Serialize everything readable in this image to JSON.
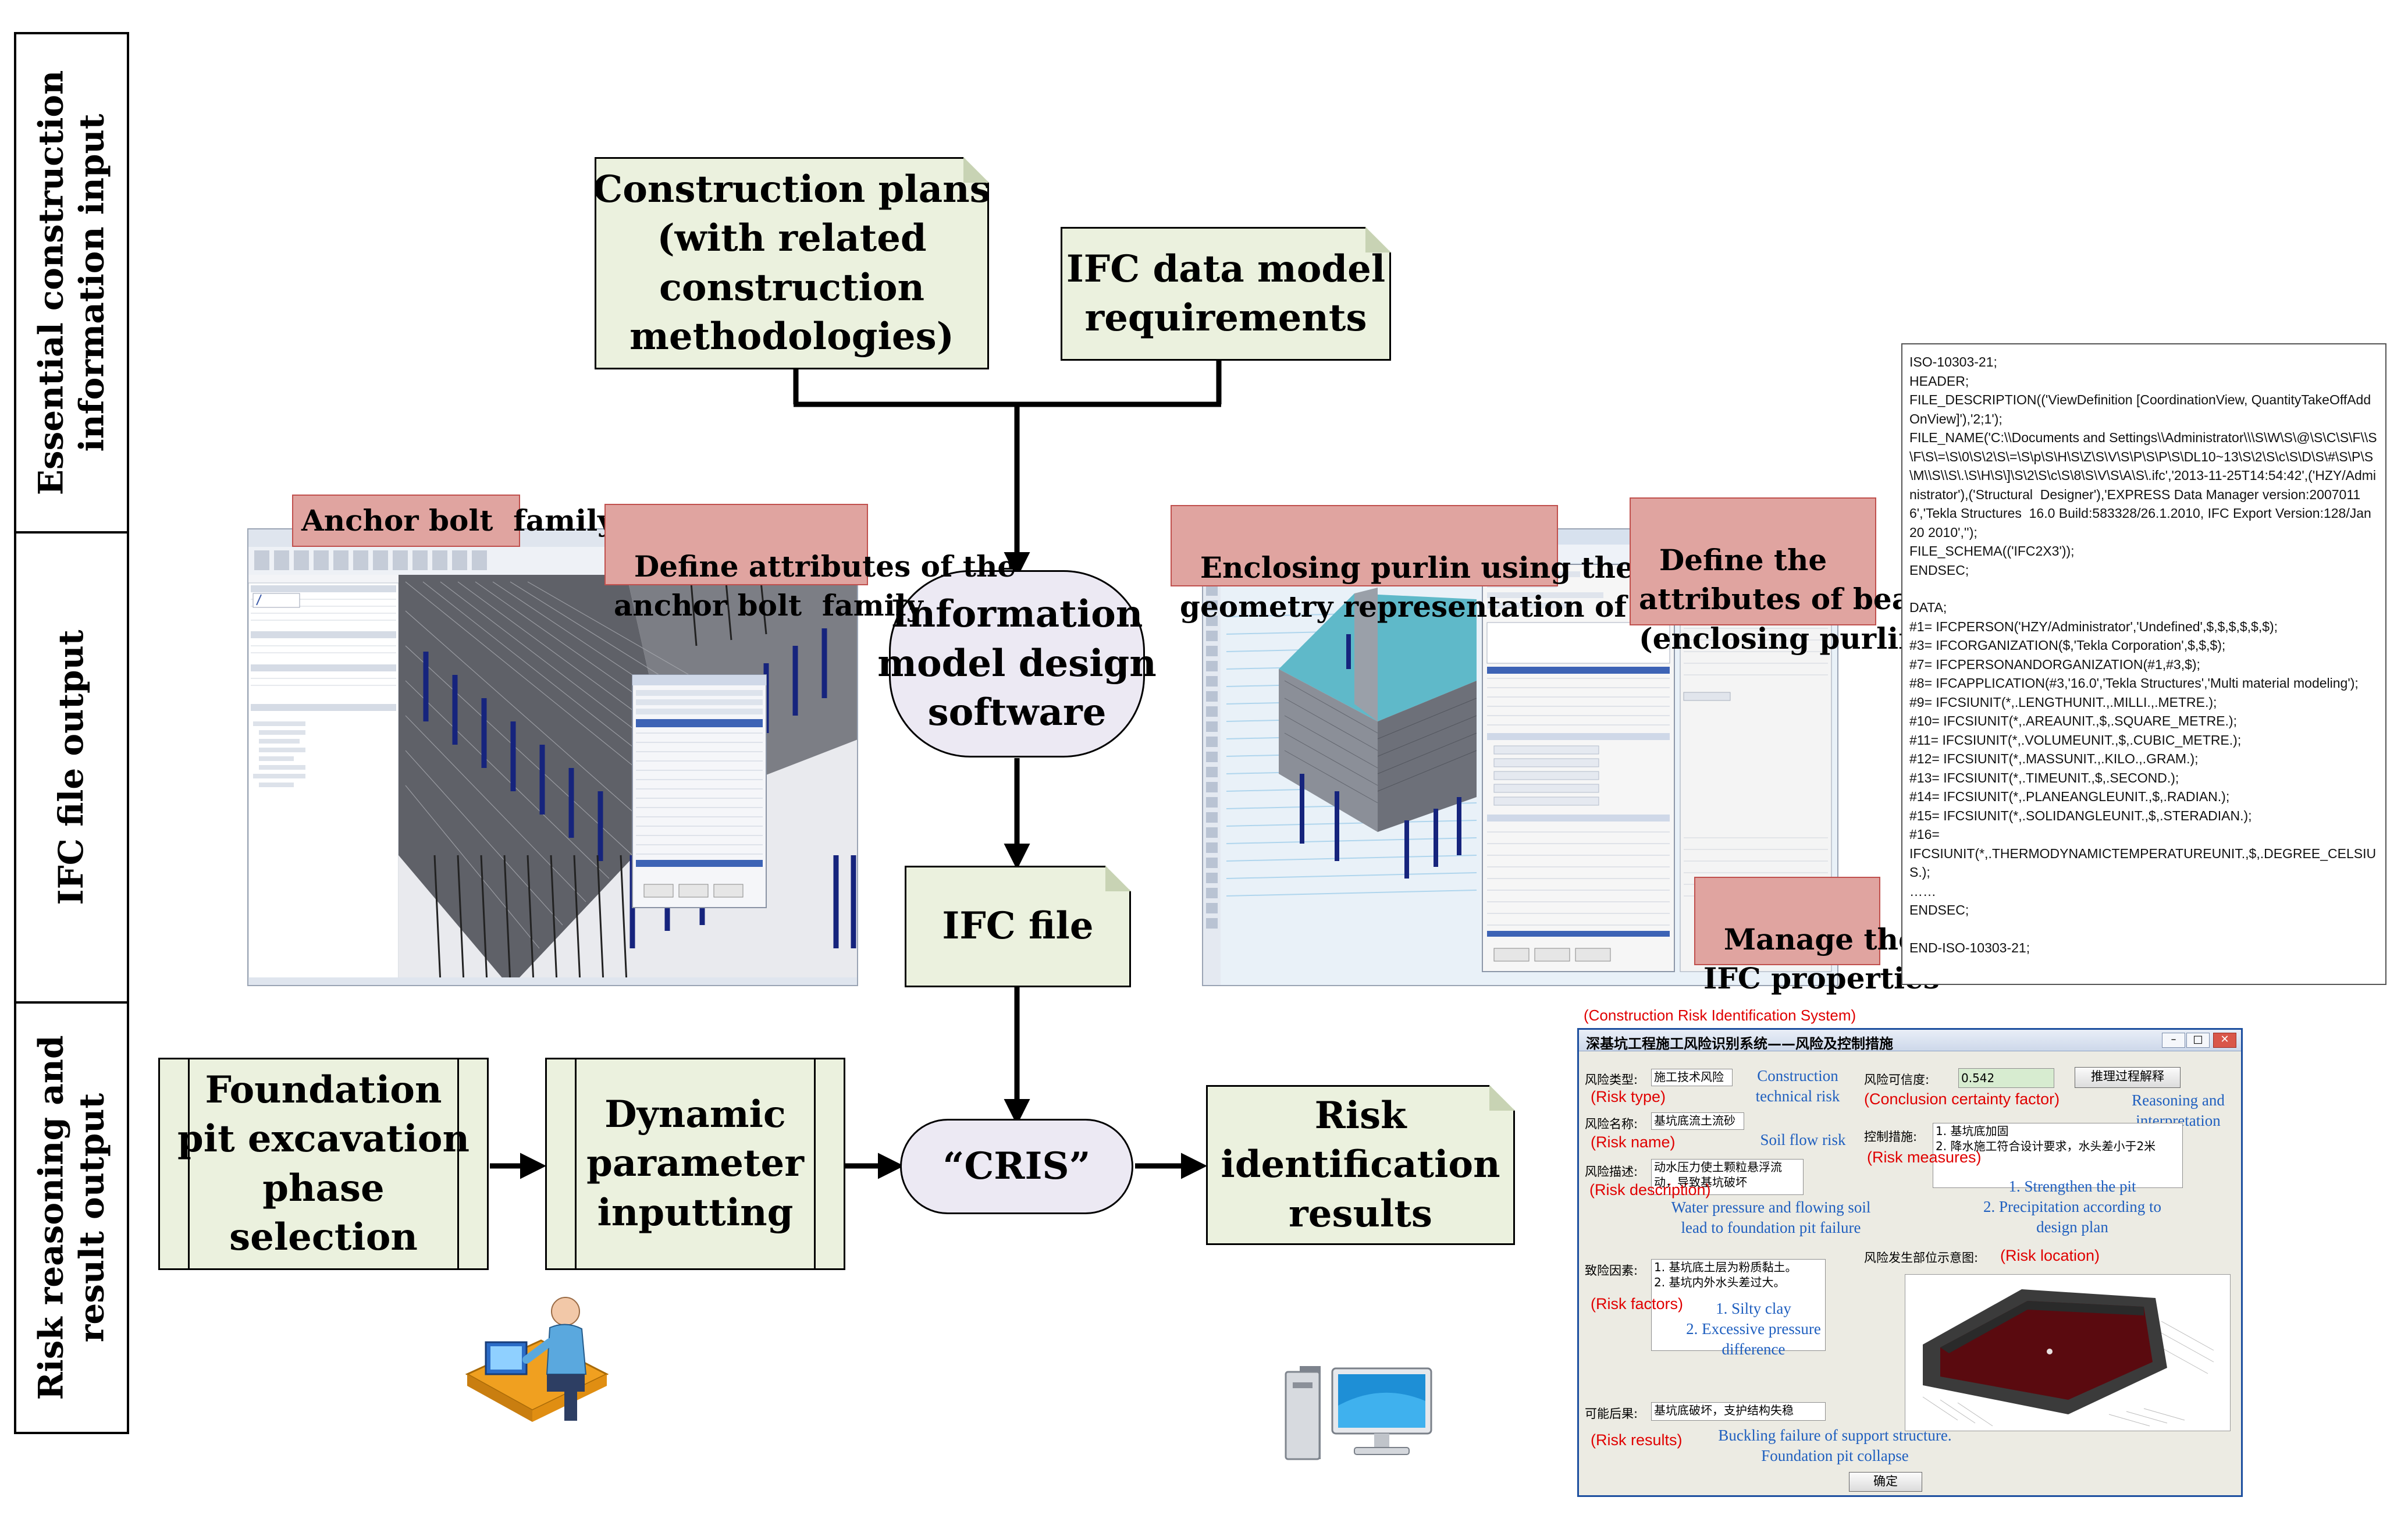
{
  "phases": [
    "Essential construction\ninformation input",
    "IFC file output",
    "Risk reasoning and\nresult output"
  ],
  "boxes": {
    "construction_plans": "Construction plans\n(with related\nconstruction\nmethodologies)",
    "ifc_requirements": "IFC data model\nrequirements",
    "info_model_software": "Information\nmodel design\nsoftware",
    "ifc_file": "IFC file",
    "cris": "“CRIS”",
    "foundation_pit": "Foundation\npit excavation\nphase\nselection",
    "dynamic_param": "Dynamic\nparameter\ninputting",
    "risk_results": "Risk\nidentification\nresults"
  },
  "callouts": {
    "anchor_bolt": "Anchor bolt  family",
    "define_anchor": "Define attributes of the\nanchor bolt  family",
    "enclosing_purlin": "Enclosing purlin using the same\ngeometry representation of beam",
    "define_beam": "Define the\nattributes of beam\n(enclosing purlin )",
    "manage_ifc": "Manage the\nIFC properties"
  },
  "ifc_text": [
    "ISO-10303-21;",
    "HEADER;",
    "FILE_DESCRIPTION(('ViewDefinition [CoordinationView, QuantityTakeOffAddOnView]'),'2;1');",
    "FILE_NAME('C:\\\\Documents and Settings\\\\Administrator\\\\\\S\\W\\S\\@\\S\\C\\S\\F\\\\S\\F\\S\\=\\S\\0\\S\\2\\S\\=\\S\\p\\S\\H\\S\\Z\\S\\V\\S\\P\\S\\P\\S\\DL10~13\\S\\2\\S\\c\\S\\D\\S\\#\\S\\P\\S\\M\\\\S\\\\S\\.\\S\\H\\S\\]\\S\\2\\S\\c\\S\\8\\S\\V\\S\\A\\S\\.ifc','2013-11-25T14:54:42',('HZY/Administrator'),('Structural  Designer'),'EXPRESS Data Manager version:20070116','Tekla Structures  16.0 Build:583328/26.1.2010, IFC Export Version:128/Jan 20 2010','');",
    "FILE_SCHEMA(('IFC2X3'));",
    "ENDSEC;",
    "",
    "DATA;",
    "#1= IFCPERSON('HZY/Administrator','Undefined',$,$,$,$,$,$);",
    "#3= IFCORGANIZATION($,'Tekla Corporation',$,$,$);",
    "#7= IFCPERSONANDORGANIZATION(#1,#3,$);",
    "#8= IFCAPPLICATION(#3,'16.0','Tekla Structures','Multi material modeling');",
    "#9= IFCSIUNIT(*,.LENGTHUNIT.,.MILLI.,.METRE.);",
    "#10= IFCSIUNIT(*,.AREAUNIT.,$,.SQUARE_METRE.);",
    "#11= IFCSIUNIT(*,.VOLUMEUNIT.,$,.CUBIC_METRE.);",
    "#12= IFCSIUNIT(*,.MASSUNIT.,.KILO.,.GRAM.);",
    "#13= IFCSIUNIT(*,.TIMEUNIT.,$,.SECOND.);",
    "#14= IFCSIUNIT(*,.PLANEANGLEUNIT.,$,.RADIAN.);",
    "#15= IFCSIUNIT(*,.SOLIDANGLEUNIT.,$,.STERADIAN.);",
    "#16=",
    "IFCSIUNIT(*,.THERMODYNAMICTEMPERATUREUNIT.,$,.DEGREE_CELSIUS.);",
    "……",
    "ENDSEC;",
    "",
    "END-ISO-10303-21;"
  ],
  "cris_window": {
    "system_label": "(Construction Risk Identification System)",
    "title": "深基坑工程施工风险识别系统——风险及控制措施",
    "fields": {
      "risk_type_label": "风险类型:",
      "risk_type_value": "施工技术风险",
      "risk_name_label": "风险名称:",
      "risk_name_value": "基坑底流土流砂",
      "risk_desc_label": "风险描述:",
      "risk_desc_value": "动水压力使土颗粒悬浮流动，导致基坑破坏",
      "risk_factor_label": "致险因素:",
      "risk_factor_value": "1. 基坑底土层为粉质黏土。\n2. 基坑内外水头差过大。",
      "result_label": "可能后果:",
      "result_value": "基坑底破坏，支护结构失稳",
      "certainty_label": "风险可信度:",
      "certainty_value": "0.542",
      "reasoning_button": "推理过程解释",
      "measures_label": "控制措施:",
      "measures_value": "1. 基坑底加固\n2. 降水施工符合设计要求，水头差小于2米",
      "location_label": "风险发生部位示意图:",
      "ok_button": "确定"
    },
    "red_labels": {
      "risk_type": "(Risk type)",
      "risk_name": "(Risk name)",
      "risk_description": "(Risk description)",
      "risk_factors": "(Risk factors)",
      "risk_results": "(Risk results)",
      "conclusion_certainty": "(Conclusion certainty factor)",
      "risk_measures": "(Risk measures)",
      "risk_location": "(Risk location)"
    },
    "blue_notes": {
      "construction_risk": "Construction\ntechnical risk",
      "soil_flow": "Soil flow risk",
      "water_pressure": "Water pressure and flowing soil\nlead to foundation pit failure",
      "silty_clay": "1. Silty clay\n2. Excessive pressure\ndifference",
      "buckling": "Buckling failure of support structure.\nFoundation pit collapse",
      "reasoning": "Reasoning and\ninterpretation",
      "strengthen": "1. Strengthen the pit\n2. Precipitation according to\ndesign plan"
    }
  },
  "colors": {
    "box_fill": "#ebf1de",
    "oval_fill": "#ece9f3",
    "callout_fill": "#e0a4a0",
    "red_label": "#e00000",
    "blue_note": "#1f5fbf"
  }
}
